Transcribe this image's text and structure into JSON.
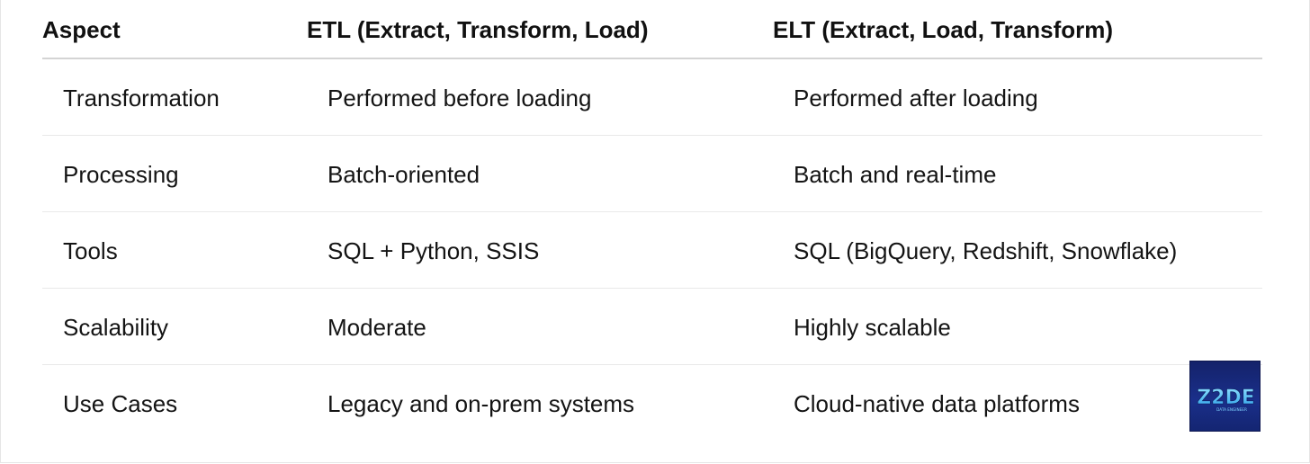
{
  "table": {
    "headers": [
      "Aspect",
      "ETL (Extract, Transform, Load)",
      "ELT (Extract, Load, Transform)"
    ],
    "rows": [
      [
        "Transformation",
        "Performed before loading",
        "Performed after loading"
      ],
      [
        "Processing",
        "Batch-oriented",
        "Batch and real-time"
      ],
      [
        "Tools",
        "SQL + Python, SSIS",
        "SQL (BigQuery, Redshift, Snowflake)"
      ],
      [
        "Scalability",
        "Moderate",
        "Highly scalable"
      ],
      [
        "Use Cases",
        "Legacy and on-prem systems",
        "Cloud-native data platforms"
      ]
    ]
  },
  "logo": {
    "text": "Z2DE",
    "subtext": "DATA ENGINEER",
    "background": "#1a2f8a",
    "accent": "#3fb6ff"
  }
}
